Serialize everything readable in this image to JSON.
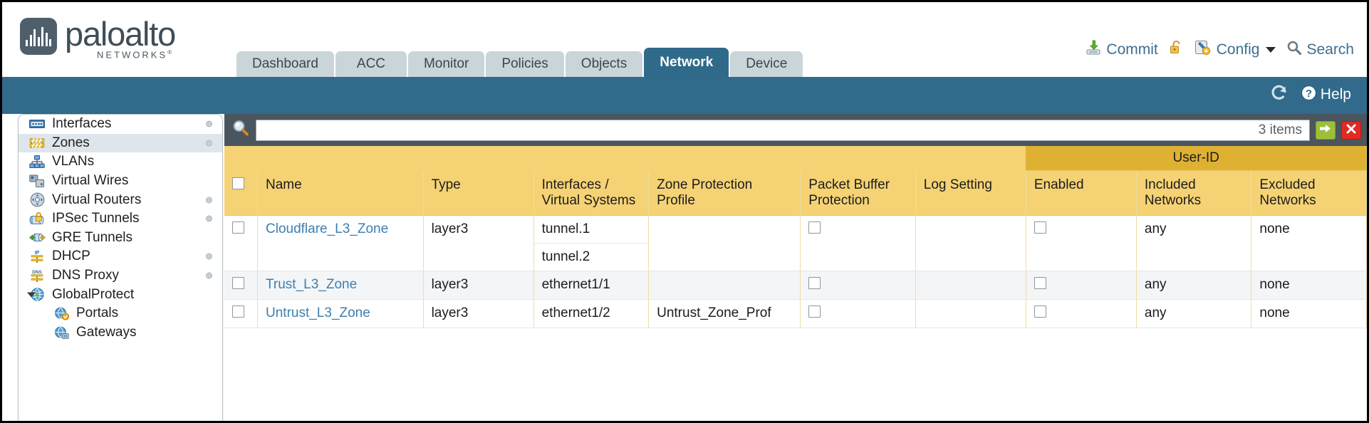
{
  "brand": {
    "name": "paloalto",
    "tagline": "NETWORKS",
    "registered": "®",
    "logo_icon": "paloalto-waveform-logo"
  },
  "header": {
    "tabs": [
      {
        "label": "Dashboard",
        "active": false
      },
      {
        "label": "ACC",
        "active": false
      },
      {
        "label": "Monitor",
        "active": false
      },
      {
        "label": "Policies",
        "active": false
      },
      {
        "label": "Objects",
        "active": false
      },
      {
        "label": "Network",
        "active": true
      },
      {
        "label": "Device",
        "active": false
      }
    ],
    "actions": {
      "commit_label": "Commit",
      "commit_icon": "commit-save-icon",
      "lock_icon": "unlocked-padlock-icon",
      "config_label": "Config",
      "config_icon": "config-wrench-gear-icon",
      "config_caret": "chevron-down-icon",
      "search_label": "Search",
      "search_icon": "search-magnifier-icon"
    },
    "accent_blue": "#316a8b",
    "tab_inactive_bg": "#c9d5d9"
  },
  "toolbar": {
    "refresh_icon": "refresh-icon",
    "help_label": "Help",
    "help_icon": "help-question-icon"
  },
  "sidebar": {
    "items": [
      {
        "label": "Interfaces",
        "icon": "interfaces-icon",
        "selected": false,
        "dot": true,
        "indent": false,
        "arrow": ""
      },
      {
        "label": "Zones",
        "icon": "zones-barrier-icon",
        "selected": true,
        "dot": true,
        "indent": false,
        "arrow": ""
      },
      {
        "label": "VLANs",
        "icon": "vlans-network-icon",
        "selected": false,
        "dot": false,
        "indent": false,
        "arrow": ""
      },
      {
        "label": "Virtual Wires",
        "icon": "virtual-wires-icon",
        "selected": false,
        "dot": false,
        "indent": false,
        "arrow": ""
      },
      {
        "label": "Virtual Routers",
        "icon": "virtual-routers-icon",
        "selected": false,
        "dot": true,
        "indent": false,
        "arrow": ""
      },
      {
        "label": "IPSec Tunnels",
        "icon": "ipsec-tunnels-lock-icon",
        "selected": false,
        "dot": true,
        "indent": false,
        "arrow": ""
      },
      {
        "label": "GRE Tunnels",
        "icon": "gre-tunnels-icon",
        "selected": false,
        "dot": false,
        "indent": false,
        "arrow": ""
      },
      {
        "label": "DHCP",
        "icon": "dhcp-ip-icon",
        "selected": false,
        "dot": true,
        "indent": false,
        "arrow": ""
      },
      {
        "label": "DNS Proxy",
        "icon": "dns-proxy-icon",
        "selected": false,
        "dot": true,
        "indent": false,
        "arrow": ""
      },
      {
        "label": "GlobalProtect",
        "icon": "globalprotect-globe-icon",
        "selected": false,
        "dot": false,
        "indent": false,
        "arrow": "open"
      },
      {
        "label": "Portals",
        "icon": "portals-icon",
        "selected": false,
        "dot": false,
        "indent": true,
        "arrow": ""
      },
      {
        "label": "Gateways",
        "icon": "gateways-icon",
        "selected": false,
        "dot": false,
        "indent": true,
        "arrow": ""
      }
    ]
  },
  "search": {
    "icon": "search-magnifier-icon",
    "value": "",
    "placeholder": "",
    "items_count": "3 items",
    "apply_icon": "apply-filter-arrow-icon",
    "clear_icon": "clear-filter-x-icon"
  },
  "table": {
    "group_header": {
      "label": "User-ID",
      "span": 3
    },
    "columns": [
      {
        "key": "checkbox",
        "label": ""
      },
      {
        "key": "name",
        "label": "Name"
      },
      {
        "key": "type",
        "label": "Type"
      },
      {
        "key": "interfaces",
        "label": "Interfaces / Virtual Systems"
      },
      {
        "key": "zone_protection",
        "label": "Zone Protection Profile"
      },
      {
        "key": "packet_buffer",
        "label": "Packet Buffer Protection"
      },
      {
        "key": "log_setting",
        "label": "Log Setting"
      },
      {
        "key": "enabled",
        "label": "Enabled"
      },
      {
        "key": "included",
        "label": "Included Networks"
      },
      {
        "key": "excluded",
        "label": "Excluded Networks"
      }
    ],
    "rows": [
      {
        "selected": false,
        "name": "Cloudflare_L3_Zone",
        "type": "layer3",
        "interfaces": [
          "tunnel.1",
          "tunnel.2"
        ],
        "zone_protection": "",
        "packet_buffer_checkbox": true,
        "packet_buffer_checked": false,
        "log_setting": "",
        "enabled_checkbox": true,
        "enabled_checked": false,
        "included": "any",
        "excluded": "none"
      },
      {
        "selected": false,
        "name": "Trust_L3_Zone",
        "type": "layer3",
        "interfaces": [
          "ethernet1/1"
        ],
        "zone_protection": "",
        "packet_buffer_checkbox": true,
        "packet_buffer_checked": false,
        "log_setting": "",
        "enabled_checkbox": true,
        "enabled_checked": false,
        "included": "any",
        "excluded": "none"
      },
      {
        "selected": false,
        "name": "Untrust_L3_Zone",
        "type": "layer3",
        "interfaces": [
          "ethernet1/2"
        ],
        "zone_protection": "Untrust_Zone_Prof",
        "packet_buffer_checkbox": true,
        "packet_buffer_checked": false,
        "log_setting": "",
        "enabled_checkbox": true,
        "enabled_checked": false,
        "included": "any",
        "excluded": "none"
      }
    ],
    "header_bg": "#f5d274",
    "group_bg": "#dfb133",
    "link_color": "#3e7fae"
  }
}
